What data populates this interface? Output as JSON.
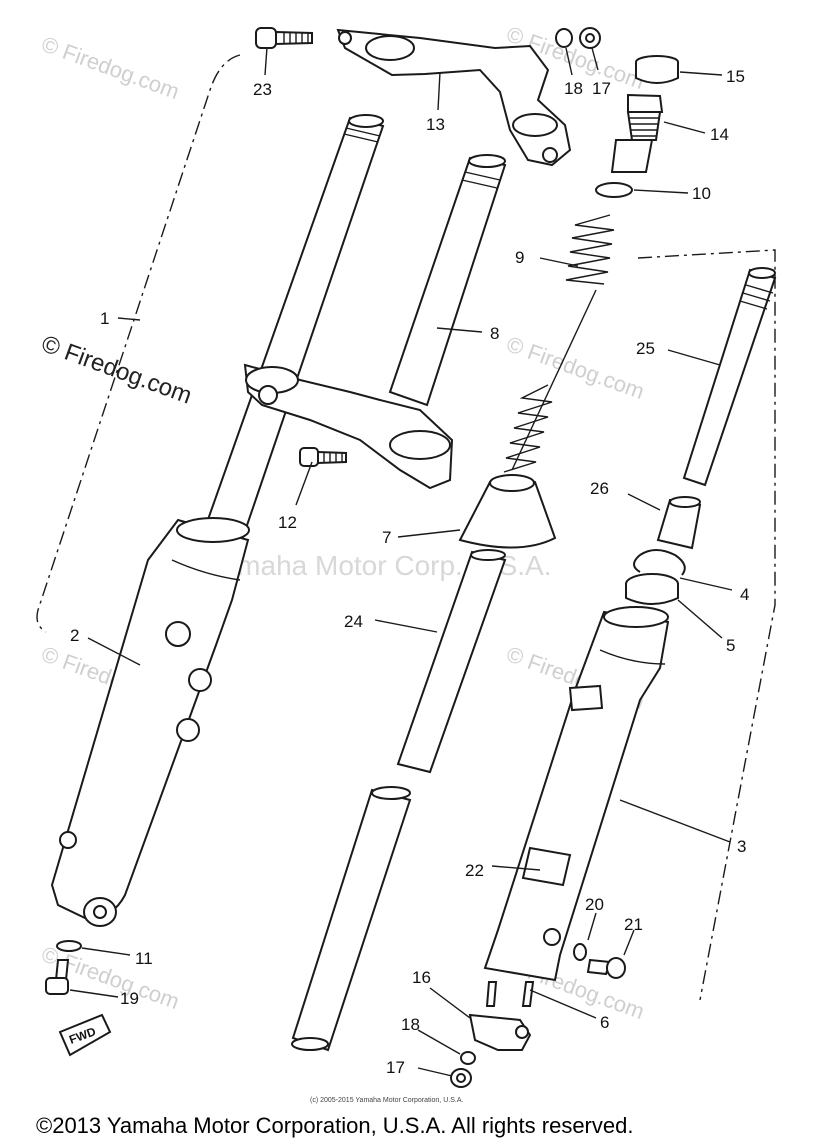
{
  "callouts": [
    "1",
    "2",
    "3",
    "4",
    "5",
    "6",
    "7",
    "8",
    "9",
    "10",
    "11",
    "12",
    "13",
    "14",
    "15",
    "16",
    "17",
    "18",
    "19",
    "20",
    "21",
    "22",
    "23",
    "24",
    "25",
    "26",
    "17",
    "18"
  ],
  "fwd_label": "FWD",
  "watermarks": {
    "firedog": "© Firedog.com",
    "corp": "Yamaha Motor Corp. U.S.A."
  },
  "small_copyright": "(c) 2005-2015 Yamaha Motor Corporation, U.S.A.",
  "footer": "©2013 Yamaha Motor Corporation, U.S.A. All rights reserved."
}
